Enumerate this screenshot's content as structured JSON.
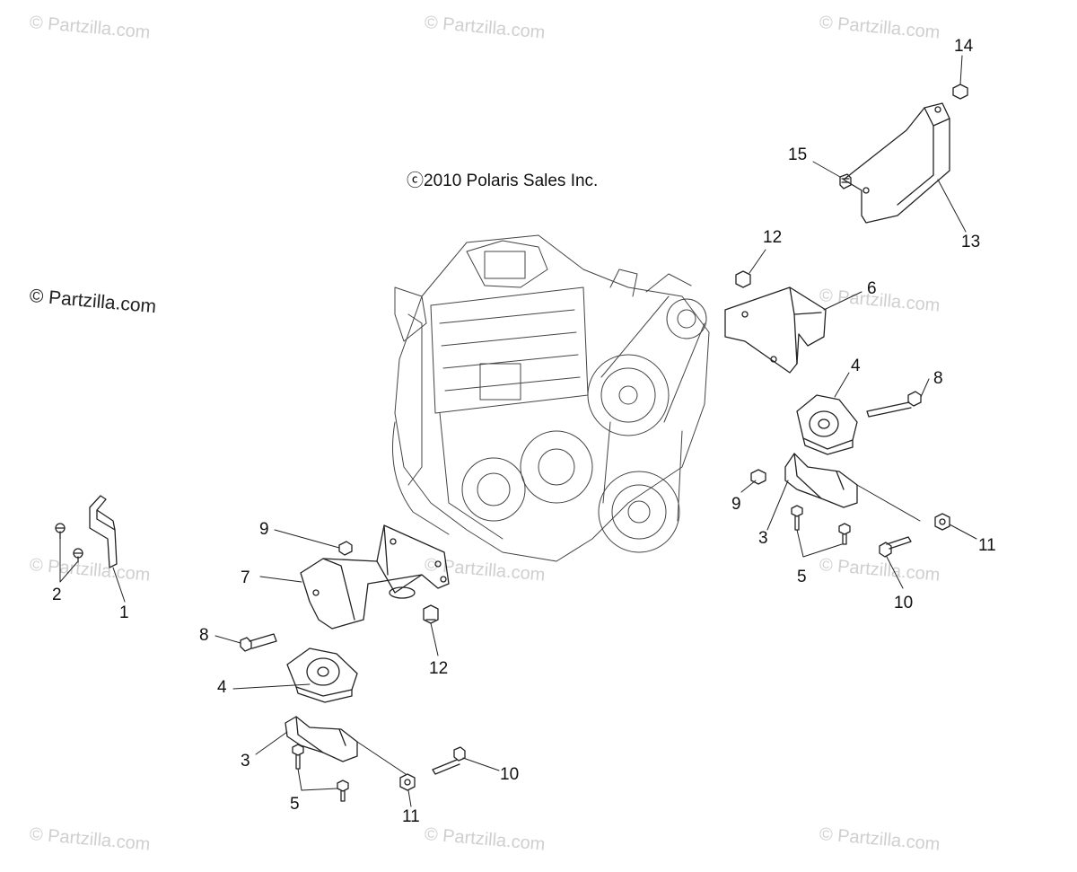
{
  "copyright": "ⓒ2010 Polaris Sales Inc.",
  "watermark": "© Partzilla.com",
  "watermark_strong": "© Partzilla.com",
  "callouts": {
    "c1": "1",
    "c2": "2",
    "c3a": "3",
    "c3b": "3",
    "c4a": "4",
    "c4b": "4",
    "c5a": "5",
    "c5b": "5",
    "c6": "6",
    "c7": "7",
    "c8a": "8",
    "c8b": "8",
    "c9a": "9",
    "c9b": "9",
    "c10a": "10",
    "c10b": "10",
    "c11a": "11",
    "c11b": "11",
    "c12a": "12",
    "c12b": "12",
    "c13": "13",
    "c14": "14",
    "c15": "15"
  }
}
